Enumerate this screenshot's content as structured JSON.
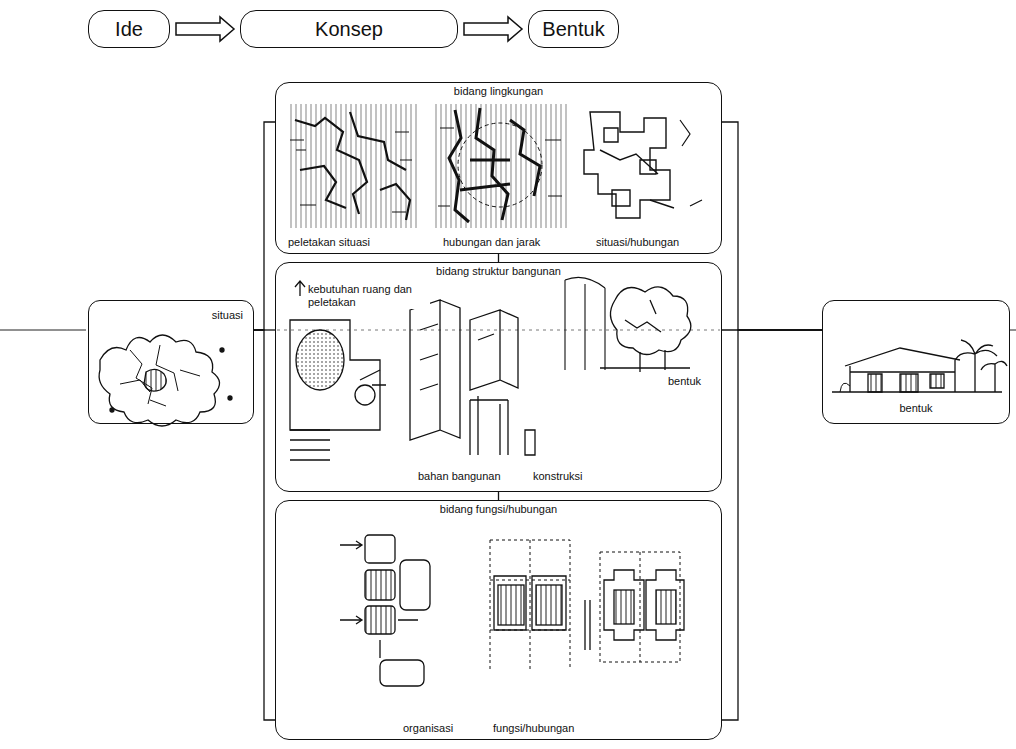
{
  "diagram": {
    "nodes": [
      {
        "text": [
          "Ide"
        ]
      },
      {
        "text": [
          "Konsep"
        ]
      },
      {
        "text": [
          "Bentuk"
        ]
      },
      {
        "text": [
          "situasi"
        ]
      },
      {
        "text": [
          "bidang lingkungan",
          "peletakan situasi",
          "hubungan dan jarak",
          "situasi/hubungan"
        ]
      },
      {
        "text": [
          "bidang struktur bangunan",
          "kebutuhan ruang dan peletakan",
          "bahan bangunan",
          "konstruksi",
          "bentuk"
        ]
      },
      {
        "text": [
          "bidang fungsi/hubungan",
          "organisasi",
          "fungsi/hubungan"
        ]
      },
      {
        "text": [
          "bentuk"
        ]
      }
    ],
    "edges": [
      {
        "from": 0,
        "to": 1,
        "arrow": "to"
      },
      {
        "from": 1,
        "to": 2,
        "arrow": "to"
      },
      {
        "from": 3,
        "to": 4,
        "arrow": "none"
      },
      {
        "from": 3,
        "to": 5,
        "arrow": "none"
      },
      {
        "from": 3,
        "to": 6,
        "arrow": "none"
      },
      {
        "from": 4,
        "to": 5,
        "arrow": "none"
      },
      {
        "from": 5,
        "to": 6,
        "arrow": "none"
      },
      {
        "from": 4,
        "to": 7,
        "arrow": "none"
      },
      {
        "from": 5,
        "to": 7,
        "arrow": "none"
      },
      {
        "from": 6,
        "to": 7,
        "arrow": "none"
      }
    ]
  }
}
